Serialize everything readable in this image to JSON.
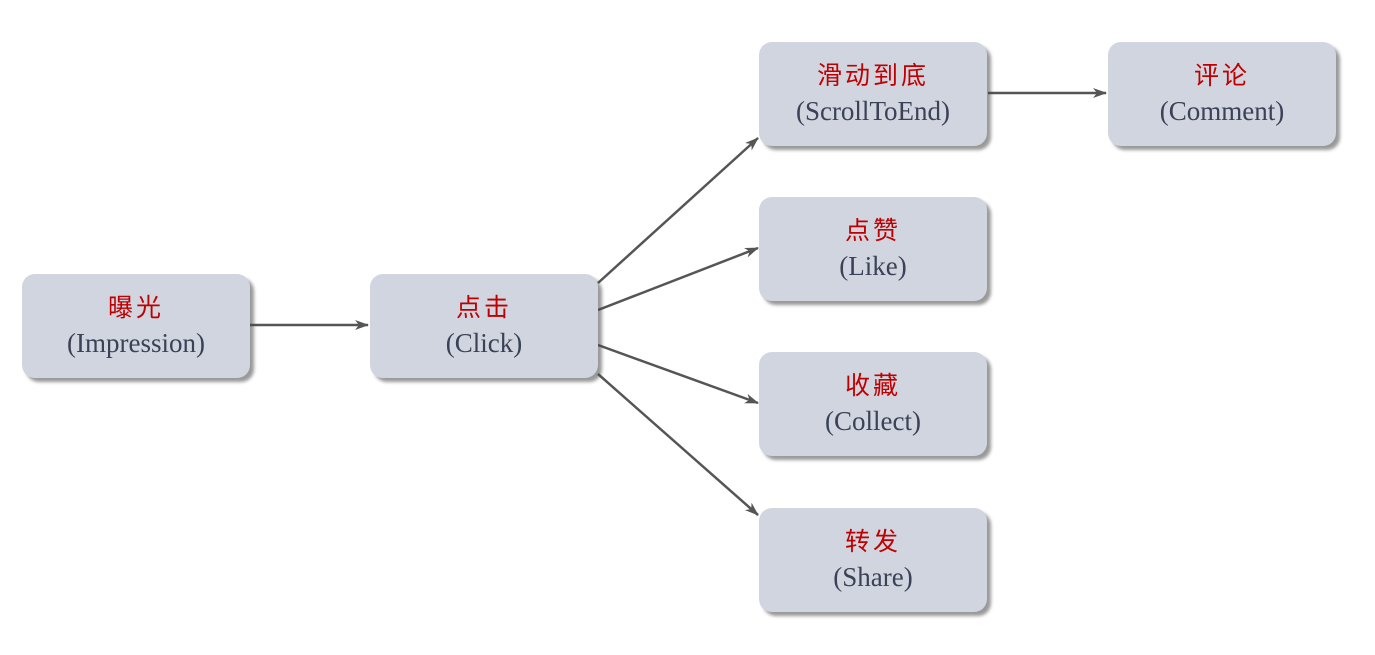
{
  "nodes": {
    "impression": {
      "cn": "曝光",
      "en": "(Impression)"
    },
    "click": {
      "cn": "点击",
      "en": "(Click)"
    },
    "scroll": {
      "cn": "滑动到底",
      "en": "(ScrollToEnd)"
    },
    "comment": {
      "cn": "评论",
      "en": "(Comment)"
    },
    "like": {
      "cn": "点赞",
      "en": "(Like)"
    },
    "collect": {
      "cn": "收藏",
      "en": "(Collect)"
    },
    "share": {
      "cn": "转发",
      "en": "(Share)"
    }
  },
  "edges": [
    {
      "from": "impression",
      "to": "click"
    },
    {
      "from": "click",
      "to": "scroll"
    },
    {
      "from": "click",
      "to": "like"
    },
    {
      "from": "click",
      "to": "collect"
    },
    {
      "from": "click",
      "to": "share"
    },
    {
      "from": "scroll",
      "to": "comment"
    }
  ],
  "colors": {
    "node_fill": "#d0d5df",
    "chinese_text": "#c00000",
    "english_text": "#3b4156",
    "arrow": "#555555"
  }
}
